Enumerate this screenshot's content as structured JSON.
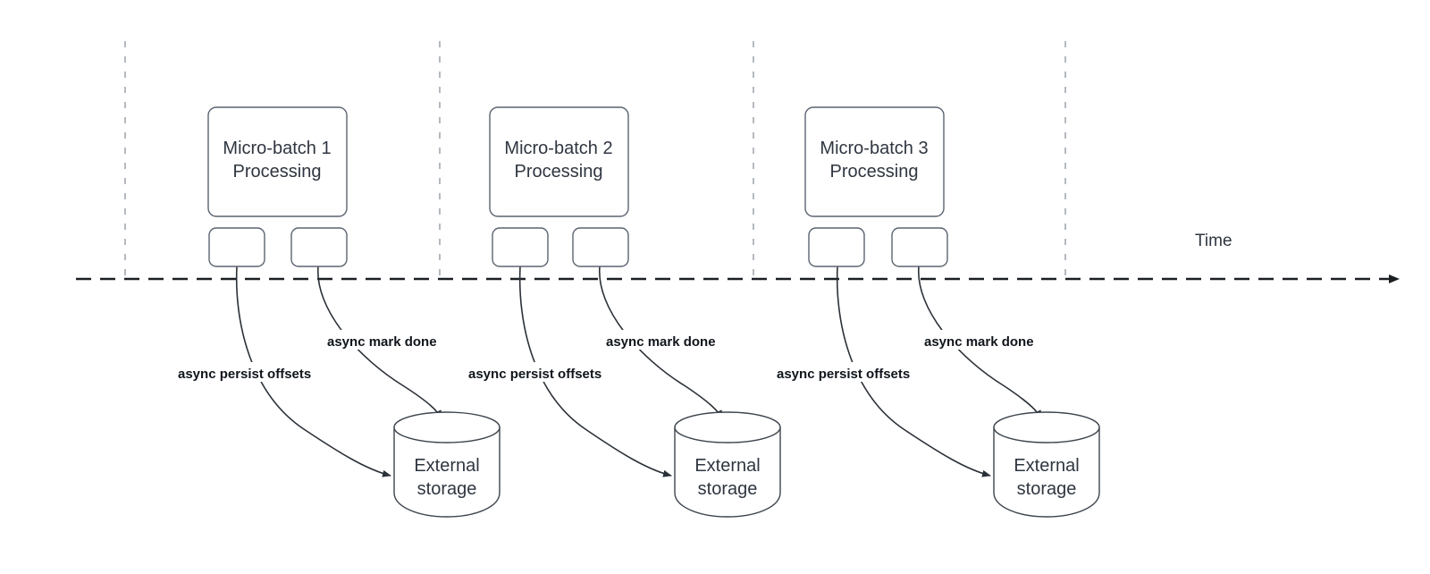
{
  "diagram": {
    "title_axis": "Time",
    "batches": [
      {
        "id": "batch-1",
        "box_label_line1": "Micro-batch 1",
        "box_label_line2": "Processing",
        "persist_label": "async persist offsets",
        "mark_done_label": "async mark done",
        "storage_line1": "External",
        "storage_line2": "storage"
      },
      {
        "id": "batch-2",
        "box_label_line1": "Micro-batch 2",
        "box_label_line2": "Processing",
        "persist_label": "async persist offsets",
        "mark_done_label": "async mark done",
        "storage_line1": "External",
        "storage_line2": "storage"
      },
      {
        "id": "batch-3",
        "box_label_line1": "Micro-batch 3",
        "box_label_line2": "Processing",
        "persist_label": "async persist offsets",
        "mark_done_label": "async mark done",
        "storage_line1": "External",
        "storage_line2": "storage"
      }
    ],
    "colors": {
      "background": "#ffffff",
      "node_stroke": "#5b6470",
      "node_text": "#2f3640",
      "edge_label_text": "#10151c",
      "timeline_stroke": "#1b1f24",
      "divider_stroke": "#a2a8b0",
      "arrow_stroke": "#2b3138"
    }
  }
}
